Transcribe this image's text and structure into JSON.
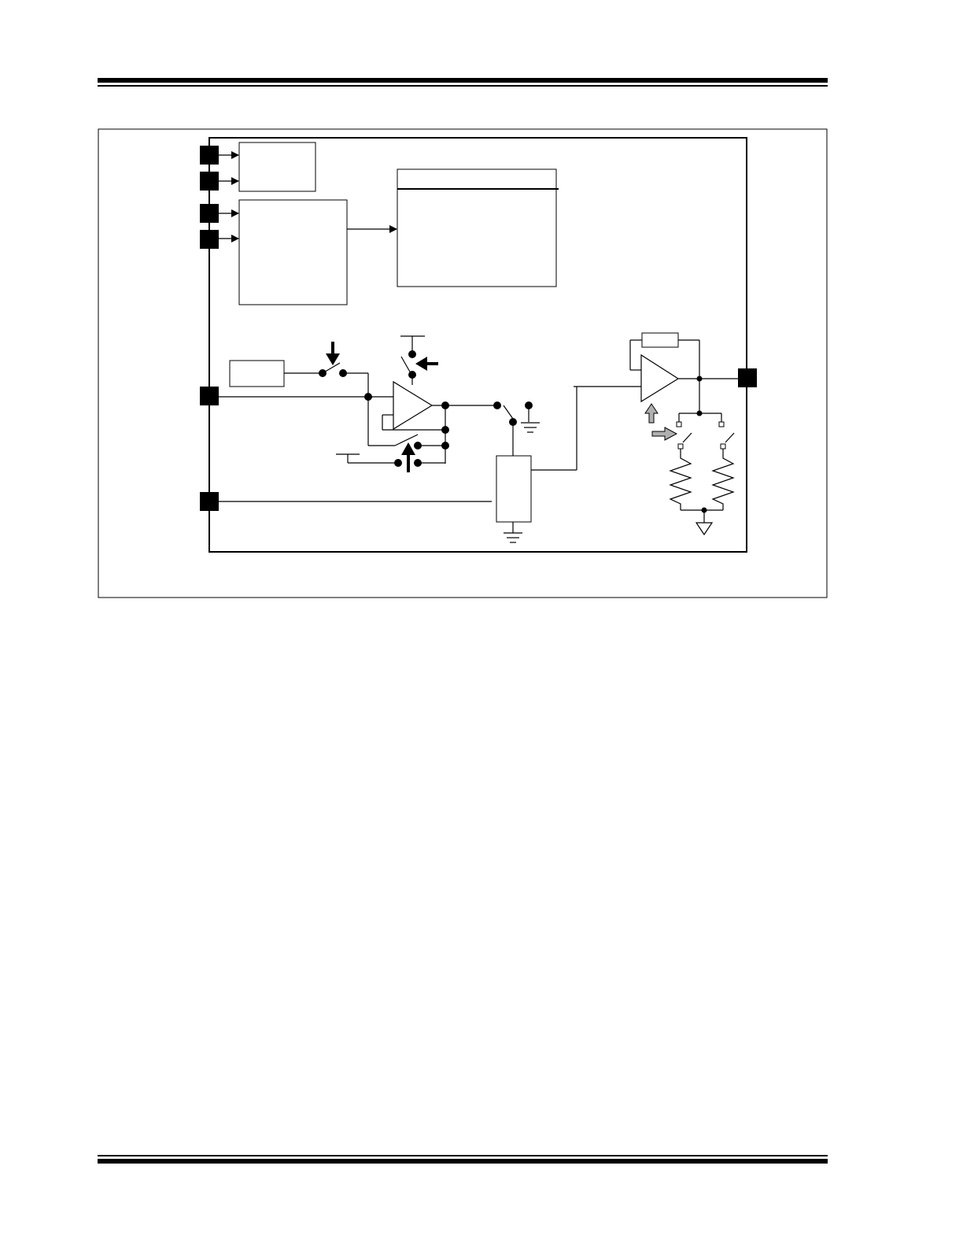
{
  "page": {
    "header_rules": "double-rule",
    "footer_rules": "double-rule"
  },
  "figure": {
    "caption": "",
    "colors": {
      "line": "#000000",
      "control_arrow_gray": "#b0b0b0",
      "background": "#ffffff"
    },
    "blocks": [
      {
        "id": "top-left-block",
        "label": ""
      },
      {
        "id": "control-logic-block",
        "label": ""
      },
      {
        "id": "register-block",
        "label": ""
      },
      {
        "id": "reference-block",
        "label": ""
      },
      {
        "id": "sample-capacitor-block",
        "label": ""
      },
      {
        "id": "feedback-resistor-block",
        "label": ""
      }
    ],
    "pins": [
      {
        "id": "pin-1",
        "label": ""
      },
      {
        "id": "pin-2",
        "label": ""
      },
      {
        "id": "pin-3",
        "label": ""
      },
      {
        "id": "pin-4",
        "label": ""
      },
      {
        "id": "pin-input",
        "label": ""
      },
      {
        "id": "pin-ground",
        "label": ""
      },
      {
        "id": "pin-output",
        "label": ""
      }
    ],
    "icons": [
      "switch-icon",
      "ground-icon",
      "resistor-icon",
      "op-amp-icon",
      "control-arrow-icon"
    ]
  }
}
